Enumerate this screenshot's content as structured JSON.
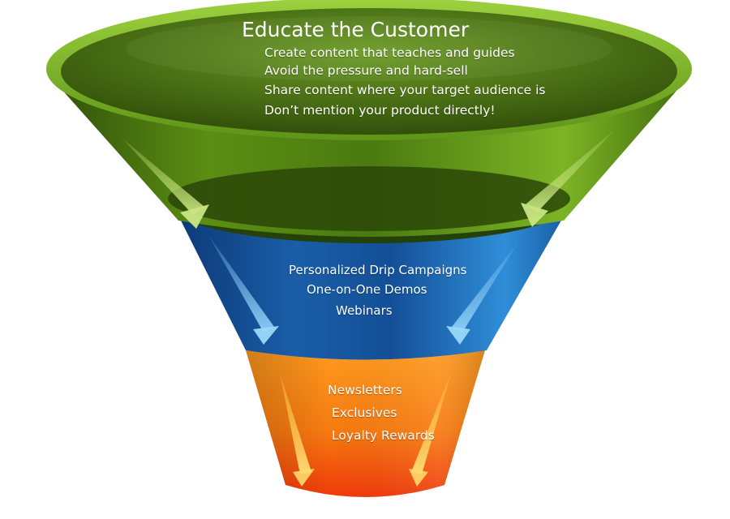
{
  "stages": [
    {
      "title": "Educate the Customer",
      "items": [
        "Create content that teaches and guides",
        "Avoid the pressure and hard-sell",
        "Share content where your target audience is",
        "Don’t mention your product directly!"
      ]
    },
    {
      "items": [
        "Personalized Drip Campaigns",
        "One-on-One Demos",
        "Webinars"
      ]
    },
    {
      "items": [
        "Newsletters",
        "Exclusives",
        "Loyalty Rewards"
      ]
    }
  ],
  "colors": {
    "top": "#6c9f1e",
    "middle": "#1d6fb5",
    "bottom": "#f57b10"
  }
}
